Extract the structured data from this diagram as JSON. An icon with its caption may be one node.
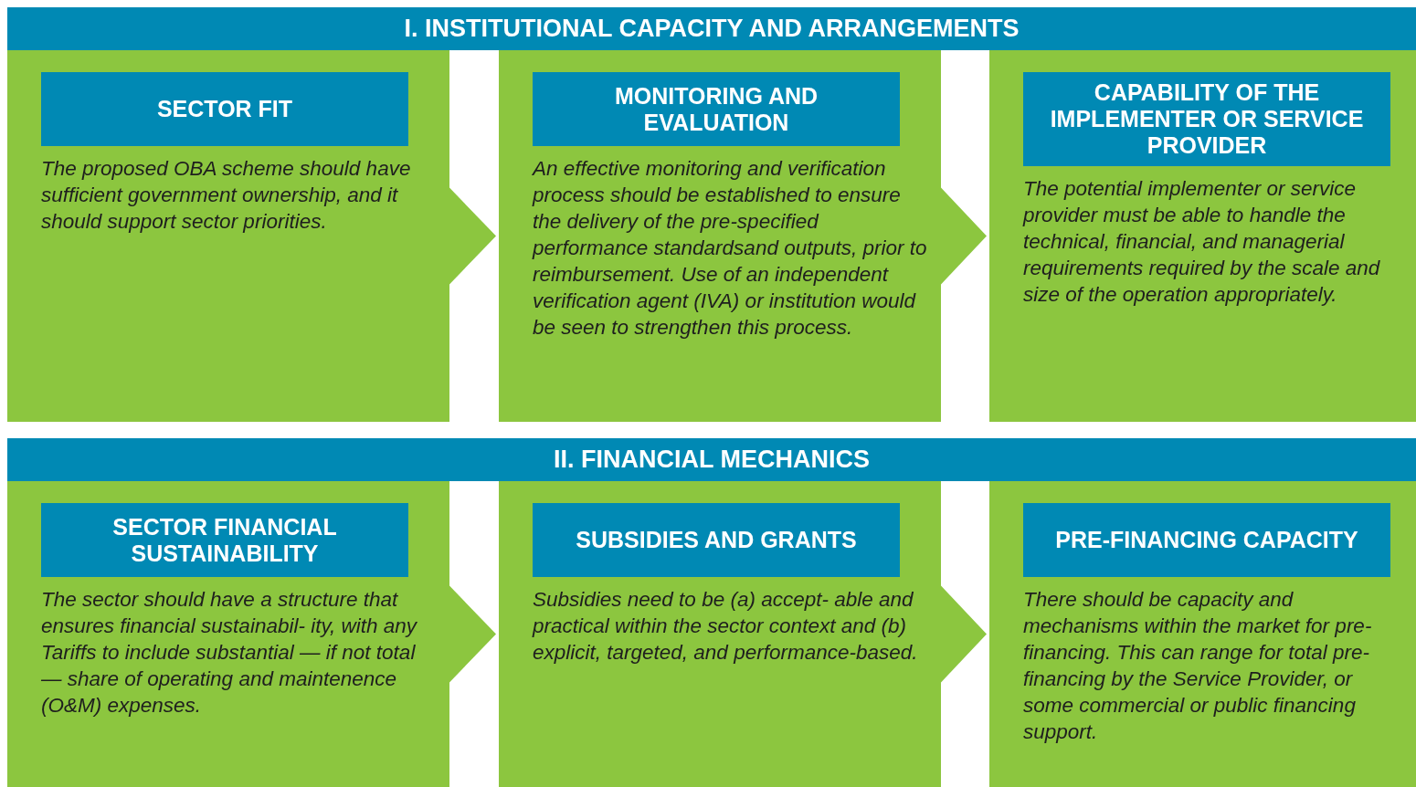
{
  "diagram": {
    "nodes": [
      {
        "text": [
          "I. INSTITUTIONAL CAPACITY AND ARRANGEMENTS"
        ]
      },
      {
        "text": [
          "SECTOR FIT",
          "The proposed OBA scheme should have sufficient government ownership, and it should support sector priorities."
        ]
      },
      {
        "text": [
          "MONITORING AND EVALUATION",
          "An effective monitoring and verification process should be established to ensure the delivery of the pre-specified performance standardsand outputs, prior to reimbursement. Use of an independent verification agent (IVA) or institution would be seen to strengthen this process."
        ]
      },
      {
        "text": [
          "CAPABILITY OF THE IMPLEMENTER OR SERVICE PROVIDER",
          "The potential implementer or service provider must be able to handle the technical, financial, and managerial requirements required by the scale and size of the operation appropriately."
        ]
      },
      {
        "text": [
          "II. FINANCIAL MECHANICS"
        ]
      },
      {
        "text": [
          "SECTOR FINANCIAL SUSTAINABILITY",
          "The sector should have a structure that ensures financial sustainabil- ity, with any Tariffs to include substantial — if not total — share of operating and maintenence (O&M) expenses."
        ]
      },
      {
        "text": [
          "SUBSIDIES AND GRANTS",
          "Subsidies need to be (a) accept- able and practical within the sector context and (b) explicit, targeted, and performance-based."
        ]
      },
      {
        "text": [
          "PRE-FINANCING CAPACITY",
          "There should be capacity and mechanisms within the market for pre-financing. This can range for total pre-financing by the Service Provider, or some commercial or public financing support."
        ]
      }
    ],
    "edges": [
      {
        "from": 1,
        "to": 2,
        "arrow": "to"
      },
      {
        "from": 2,
        "to": 3,
        "arrow": "to"
      },
      {
        "from": 5,
        "to": 6,
        "arrow": "to"
      },
      {
        "from": 6,
        "to": 7,
        "arrow": "to"
      }
    ]
  }
}
